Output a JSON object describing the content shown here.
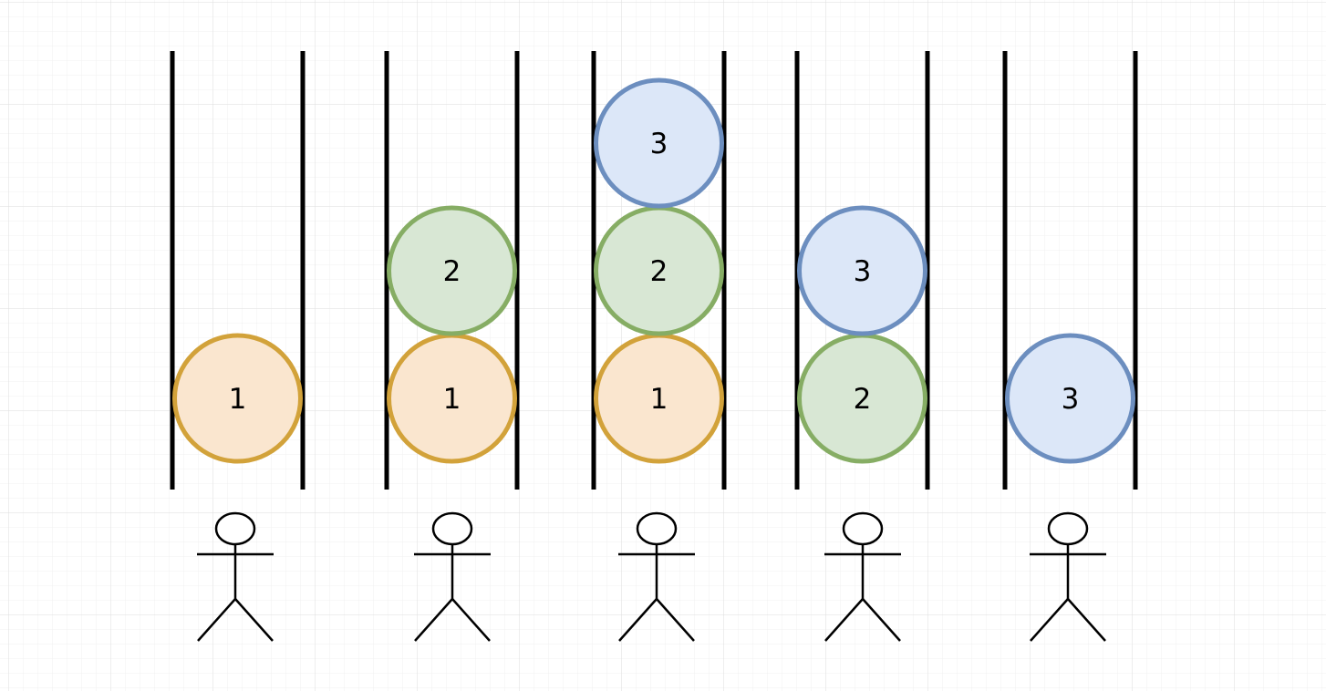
{
  "colors": {
    "background": "#ffffff",
    "grid_minor": "#ececec",
    "grid_major": "#dcdcdc",
    "stroke": "#000000"
  },
  "ball_styles": {
    "1": {
      "fill": "#fae6cf",
      "stroke": "#d2a23a"
    },
    "2": {
      "fill": "#d8e7d4",
      "stroke": "#86ad64"
    },
    "3": {
      "fill": "#dce7f8",
      "stroke": "#6c8ebf"
    }
  },
  "stacks": [
    {
      "id": "stack-1",
      "balls": [
        {
          "label": "1",
          "style": "1"
        }
      ]
    },
    {
      "id": "stack-2",
      "balls": [
        {
          "label": "1",
          "style": "1"
        },
        {
          "label": "2",
          "style": "2"
        }
      ]
    },
    {
      "id": "stack-3",
      "balls": [
        {
          "label": "1",
          "style": "1"
        },
        {
          "label": "2",
          "style": "2"
        },
        {
          "label": "3",
          "style": "3"
        }
      ]
    },
    {
      "id": "stack-4",
      "balls": [
        {
          "label": "2",
          "style": "2"
        },
        {
          "label": "3",
          "style": "3"
        }
      ]
    },
    {
      "id": "stack-5",
      "balls": [
        {
          "label": "3",
          "style": "3"
        }
      ]
    }
  ],
  "actors": [
    {
      "id": "actor-1",
      "icon": "stick-figure-icon"
    },
    {
      "id": "actor-2",
      "icon": "stick-figure-icon"
    },
    {
      "id": "actor-3",
      "icon": "stick-figure-icon"
    },
    {
      "id": "actor-4",
      "icon": "stick-figure-icon"
    },
    {
      "id": "actor-5",
      "icon": "stick-figure-icon"
    }
  ]
}
